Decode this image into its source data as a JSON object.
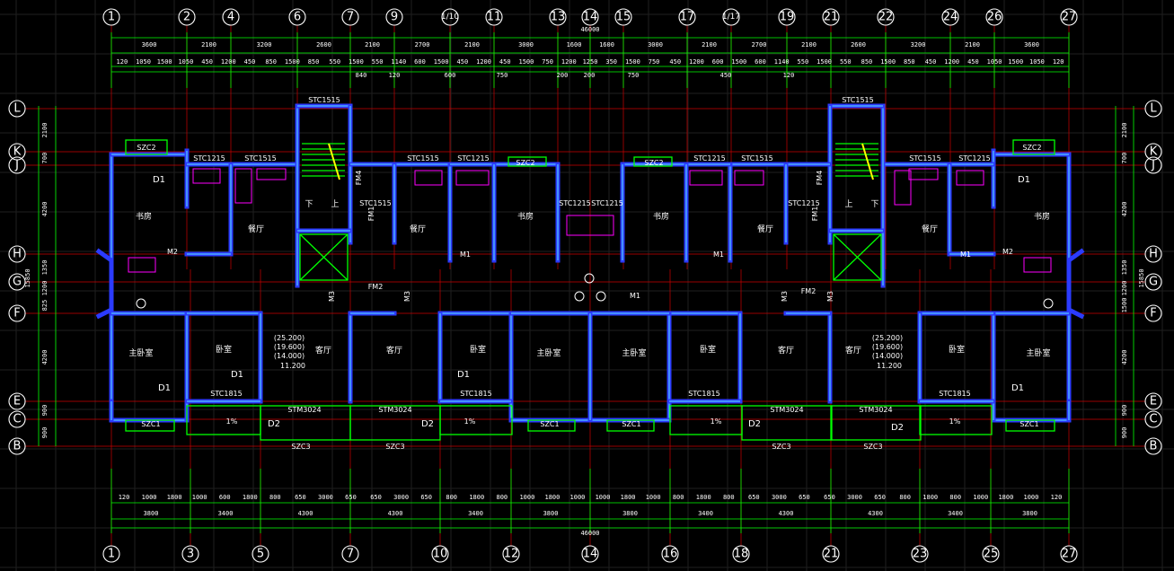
{
  "drawing": {
    "top_axes": [
      "1",
      "2",
      "4",
      "6",
      "7",
      "9",
      "1/10",
      "11",
      "13",
      "14",
      "15",
      "17",
      "1/17",
      "19",
      "21",
      "22",
      "24",
      "26",
      "27"
    ],
    "bottom_axes": [
      "1",
      "3",
      "5",
      "7",
      "10",
      "12",
      "14",
      "16",
      "18",
      "21",
      "23",
      "25",
      "27"
    ],
    "side_axes": [
      "L",
      "K",
      "J",
      "H",
      "G",
      "F",
      "E",
      "C",
      "B"
    ],
    "total_top": "46000",
    "total_bottom": "46000",
    "top_dims_row1": [
      "3600",
      "2100",
      "3200",
      "2600",
      "2100",
      "2700",
      "2100",
      "3000",
      "1600",
      "1600",
      "3000",
      "2100",
      "2700",
      "2100",
      "2600",
      "3200",
      "2100",
      "3600"
    ],
    "top_dims_row2": [
      "120",
      "1050",
      "1500",
      "1050",
      "450",
      "1200",
      "450",
      "850",
      "1500",
      "850",
      "550",
      "1500",
      "550",
      "1140",
      "600",
      "1500",
      "450",
      "1200",
      "450",
      "1500",
      "750",
      "1200",
      "1250",
      "350",
      "1500",
      "750",
      "450",
      "1200",
      "600",
      "1500",
      "600",
      "1140",
      "550",
      "1500",
      "550",
      "850",
      "1500",
      "850",
      "450",
      "1200",
      "450",
      "1050",
      "1500",
      "1050",
      "120"
    ],
    "top_dims_row3": [
      "840",
      "120",
      "600",
      "750",
      "200",
      "200",
      "750",
      "450",
      "120"
    ],
    "bottom_dims_row1": [
      "120",
      "1000",
      "1800",
      "1000",
      "600",
      "1800",
      "800",
      "650",
      "3000",
      "650",
      "650",
      "3000",
      "650",
      "800",
      "1800",
      "800",
      "1000",
      "1800",
      "1000",
      "1000",
      "1800",
      "1000",
      "800",
      "1800",
      "800",
      "650",
      "3000",
      "650",
      "650",
      "3000",
      "650",
      "800",
      "1800",
      "800",
      "1000",
      "1800",
      "1000",
      "120"
    ],
    "bottom_dims_row2": [
      "3800",
      "3400",
      "4300",
      "4300",
      "3400",
      "3800",
      "3800",
      "3400",
      "4300",
      "4300",
      "3400",
      "3800"
    ],
    "left_dims": [
      "2100",
      "700",
      "4200",
      "1350",
      "1200",
      "825",
      "4200",
      "900",
      "900"
    ],
    "left_total": "15850",
    "right_dims": [
      "2100",
      "700",
      "4200",
      "1350",
      "1200",
      "1500",
      "4200",
      "900",
      "900"
    ],
    "right_total": "15850",
    "rooms": {
      "study": "书房",
      "dining": "餐厅",
      "master_bedroom": "主卧室",
      "bedroom": "卧室",
      "living_room": "客厅",
      "down": "下",
      "up": "上"
    },
    "windows": [
      "STC1515",
      "STC1215",
      "STC1215",
      "STC1515",
      "STC1515",
      "STC1215",
      "STC1215",
      "STC1215",
      "STC1215",
      "STC1515",
      "STC1515",
      "STC1215",
      "STC1515",
      "STC1515",
      "STC1815",
      "STC1815",
      "STC1815",
      "STC1815",
      "STM3024",
      "STM3024",
      "STM3024",
      "STM3024"
    ],
    "bay_windows": [
      "SZC2",
      "SZC2",
      "SZC2",
      "SZC2",
      "SZC1",
      "SZC1",
      "SZC1",
      "SZC1",
      "SZC3",
      "SZC3",
      "SZC3",
      "SZC3"
    ],
    "doors": [
      "D1",
      "D1",
      "D1",
      "D1",
      "D1",
      "D1",
      "D2",
      "D2",
      "D2",
      "D2",
      "M1",
      "M1",
      "M1",
      "M1",
      "M2",
      "M2",
      "M3",
      "M3",
      "M3",
      "M3",
      "FM1",
      "FM1",
      "FM2",
      "FM2",
      "FM4",
      "FM4"
    ],
    "elevations_left": [
      "(25.200)",
      "(19.600)",
      "(14.000)",
      "11.200"
    ],
    "elevations_right": [
      "(25.200)",
      "(19.600)",
      "(14.000)",
      "11.200"
    ],
    "slope": "1%"
  }
}
